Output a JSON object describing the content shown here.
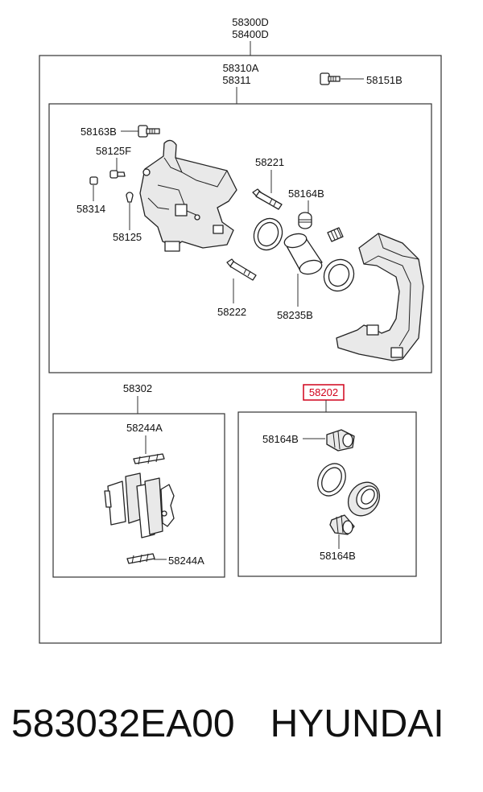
{
  "assembly": {
    "labels": [
      "58300D",
      "58400D"
    ]
  },
  "caliper": {
    "assembly_labels": [
      "58310A",
      "58311"
    ],
    "bolt_label": "58151B",
    "parts": {
      "p58163B": "58163B",
      "p58125F": "58125F",
      "p58314": "58314",
      "p58125": "58125",
      "p58221": "58221",
      "p58164B": "58164B",
      "p58222": "58222",
      "p58235B": "58235B"
    }
  },
  "pad_kit": {
    "label": "58302",
    "parts": {
      "top": "58244A",
      "bottom": "58244A"
    }
  },
  "seal_kit": {
    "label": "58202",
    "highlight_color": "#d0021b",
    "parts": {
      "top": "58164B",
      "bottom": "58164B"
    }
  },
  "footer": {
    "part_number": "583032EA00",
    "brand": "HYUNDAI"
  }
}
